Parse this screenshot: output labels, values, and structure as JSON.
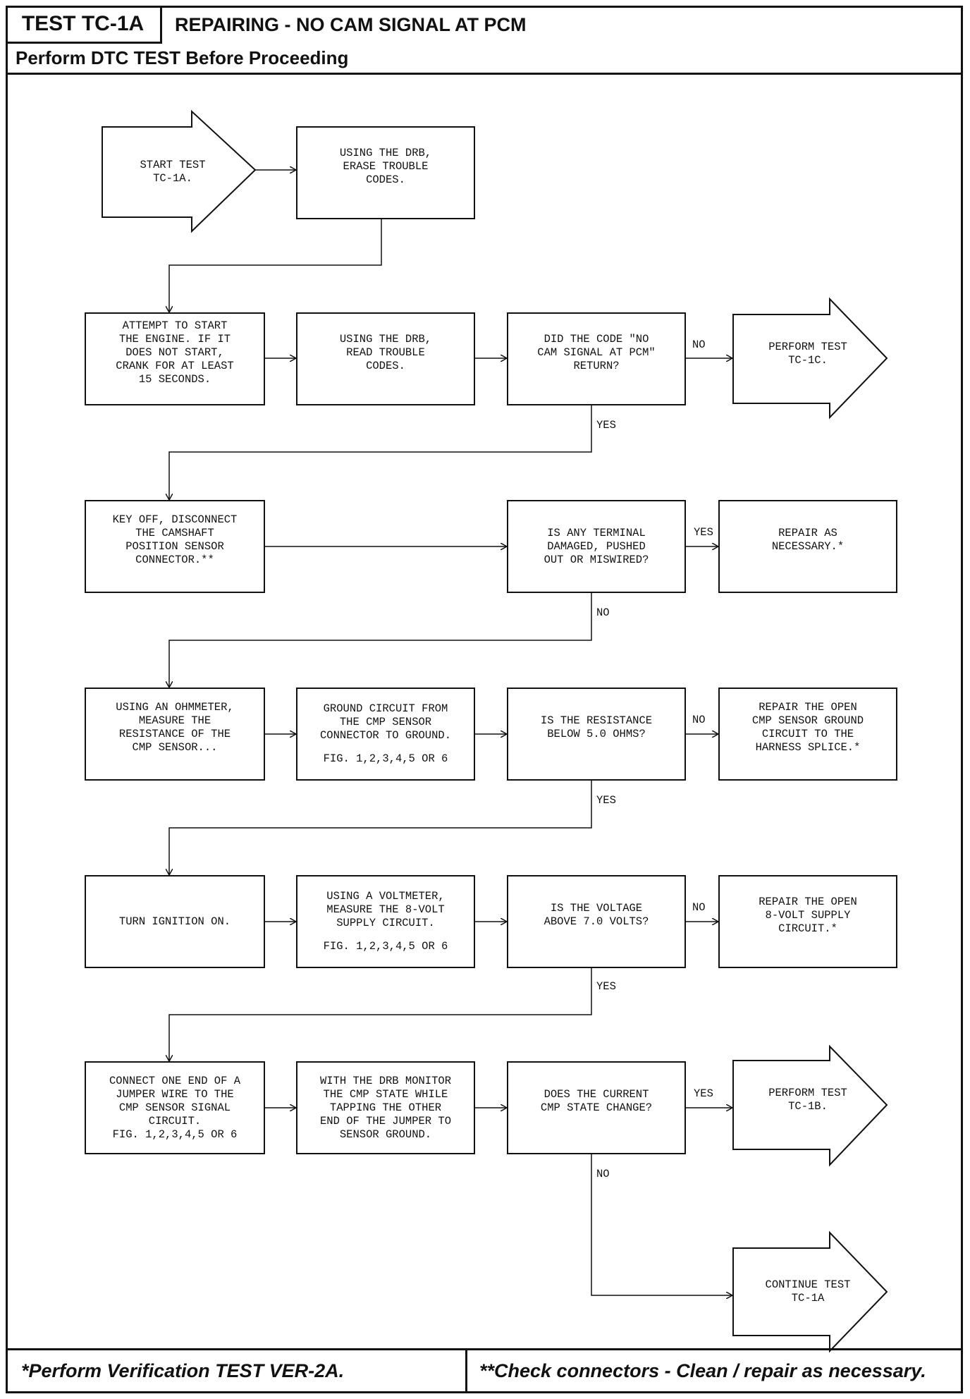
{
  "header": {
    "test_id": "TEST TC-1A",
    "title": "REPAIRING - NO CAM SIGNAL AT PCM",
    "subtitle": "Perform DTC TEST Before Proceeding"
  },
  "nodes": {
    "start": "START TEST\nTC-1A.",
    "erase": "USING THE DRB,\nERASE TROUBLE\nCODES.",
    "attempt": "ATTEMPT TO START\nTHE ENGINE. IF IT\nDOES NOT START,\nCRANK FOR AT LEAST\n15 SECONDS.",
    "read": "USING THE DRB,\nREAD TROUBLE\nCODES.",
    "q_code": "DID THE CODE \"NO\nCAM SIGNAL AT PCM\"\nRETURN?",
    "perform_1c": "PERFORM TEST\nTC-1C.",
    "key_off": "KEY OFF, DISCONNECT\nTHE CAMSHAFT\nPOSITION SENSOR\nCONNECTOR.**",
    "q_terminal": "IS ANY TERMINAL\nDAMAGED, PUSHED\nOUT OR MISWIRED?",
    "repair_necessary": "REPAIR AS\nNECESSARY.*",
    "ohmmeter": "USING AN OHMMETER,\nMEASURE THE\nRESISTANCE OF THE\nCMP SENSOR...",
    "ground": "GROUND CIRCUIT FROM\nTHE CMP SENSOR\nCONNECTOR TO GROUND.",
    "ground_fig": "FIG. 1,2,3,4,5 OR 6",
    "q_resistance": "IS THE RESISTANCE\nBELOW 5.0 OHMS?",
    "repair_ground": "REPAIR THE OPEN\nCMP SENSOR GROUND\nCIRCUIT TO THE\nHARNESS SPLICE.*",
    "ignition": "TURN IGNITION ON.",
    "voltmeter": "USING A VOLTMETER,\nMEASURE THE 8-VOLT\nSUPPLY CIRCUIT.",
    "voltmeter_fig": "FIG. 1,2,3,4,5 OR 6",
    "q_voltage": "IS THE VOLTAGE\nABOVE 7.0 VOLTS?",
    "repair_8v": "REPAIR THE OPEN\n8-VOLT SUPPLY\nCIRCUIT.*",
    "jumper": "CONNECT ONE END OF A\nJUMPER WIRE TO THE\nCMP SENSOR SIGNAL\nCIRCUIT.\nFIG. 1,2,3,4,5 OR 6",
    "monitor": "WITH THE DRB MONITOR\nTHE CMP STATE WHILE\nTAPPING THE OTHER\nEND OF THE JUMPER TO\nSENSOR GROUND.",
    "q_state": "DOES THE CURRENT\nCMP STATE CHANGE?",
    "perform_1b": "PERFORM TEST\nTC-1B.",
    "continue_1a": "CONTINUE TEST\nTC-1A"
  },
  "labels": {
    "no_1": "NO",
    "yes_1": "YES",
    "yes_2": "YES",
    "no_2": "NO",
    "no_3": "NO",
    "yes_3": "YES",
    "no_4": "NO",
    "yes_4": "YES",
    "yes_5": "YES",
    "no_5": "NO"
  },
  "footer": {
    "left": "*Perform Verification TEST VER-2A.",
    "right": "**Check connectors - Clean / repair as necessary."
  }
}
